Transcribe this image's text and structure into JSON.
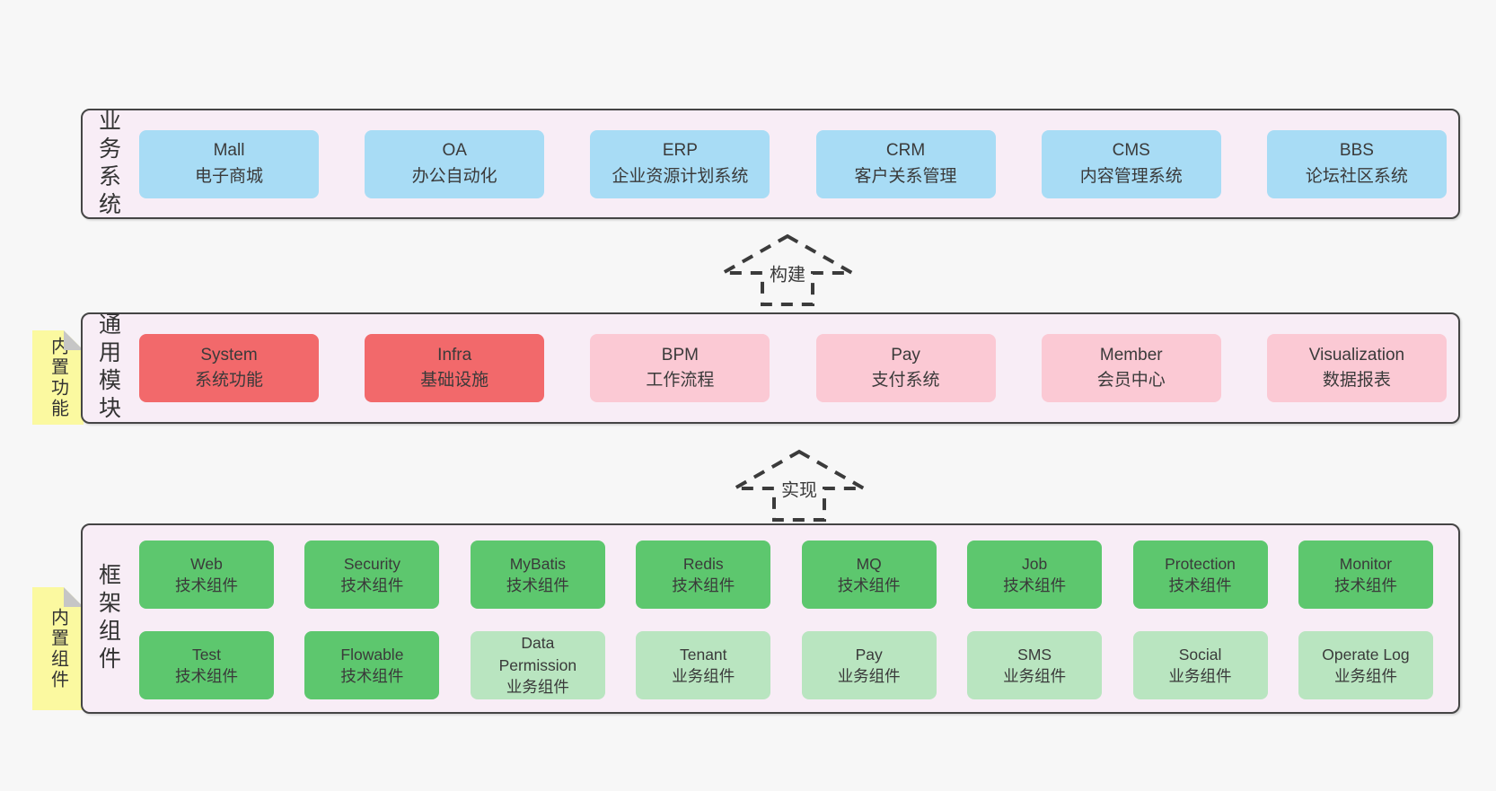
{
  "colors": {
    "page_bg": "#f7f7f7",
    "layer_bg": "#f8edf6",
    "layer_border": "#454545",
    "blue": "#a8dcf5",
    "red": "#f2696b",
    "pink": "#fbc9d4",
    "green": "#5dc76e",
    "lightgreen": "#b9e5c0",
    "sticky": "#fbf9a0",
    "sticky_fold": "#c6c6c6",
    "text": "#3b3b3b"
  },
  "layers": {
    "business": {
      "label": "业务系统",
      "boxes": [
        {
          "color": "blue",
          "lines": [
            "Mall",
            "电子商城"
          ]
        },
        {
          "color": "blue",
          "lines": [
            "OA",
            "办公自动化"
          ]
        },
        {
          "color": "blue",
          "lines": [
            "ERP",
            "企业资源计划系统"
          ]
        },
        {
          "color": "blue",
          "lines": [
            "CRM",
            "客户关系管理"
          ]
        },
        {
          "color": "blue",
          "lines": [
            "CMS",
            "内容管理系统"
          ]
        },
        {
          "color": "blue",
          "lines": [
            "BBS",
            "论坛社区系统"
          ]
        }
      ]
    },
    "modules": {
      "label": "通用模块",
      "sticky": "内置功能",
      "boxes": [
        {
          "color": "red",
          "lines": [
            "System",
            "系统功能"
          ]
        },
        {
          "color": "red",
          "lines": [
            "Infra",
            "基础设施"
          ]
        },
        {
          "color": "pink",
          "lines": [
            "BPM",
            "工作流程"
          ]
        },
        {
          "color": "pink",
          "lines": [
            "Pay",
            "支付系统"
          ]
        },
        {
          "color": "pink",
          "lines": [
            "Member",
            "会员中心"
          ]
        },
        {
          "color": "pink",
          "lines": [
            "Visualization",
            "数据报表"
          ]
        }
      ]
    },
    "components": {
      "label": "框架组件",
      "sticky": "内置组件",
      "rows": [
        [
          {
            "color": "green",
            "lines": [
              "Web",
              "技术组件"
            ]
          },
          {
            "color": "green",
            "lines": [
              "Security",
              "技术组件"
            ]
          },
          {
            "color": "green",
            "lines": [
              "MyBatis",
              "技术组件"
            ]
          },
          {
            "color": "green",
            "lines": [
              "Redis",
              "技术组件"
            ]
          },
          {
            "color": "green",
            "lines": [
              "MQ",
              "技术组件"
            ]
          },
          {
            "color": "green",
            "lines": [
              "Job",
              "技术组件"
            ]
          },
          {
            "color": "green",
            "lines": [
              "Protection",
              "技术组件"
            ]
          },
          {
            "color": "green",
            "lines": [
              "Monitor",
              "技术组件"
            ]
          }
        ],
        [
          {
            "color": "green",
            "lines": [
              "Test",
              "技术组件"
            ]
          },
          {
            "color": "green",
            "lines": [
              "Flowable",
              "技术组件"
            ]
          },
          {
            "color": "lightgreen",
            "lines": [
              "Data",
              "Permission",
              "业务组件"
            ]
          },
          {
            "color": "lightgreen",
            "lines": [
              "Tenant",
              "业务组件"
            ]
          },
          {
            "color": "lightgreen",
            "lines": [
              "Pay",
              "业务组件"
            ]
          },
          {
            "color": "lightgreen",
            "lines": [
              "SMS",
              "业务组件"
            ]
          },
          {
            "color": "lightgreen",
            "lines": [
              "Social",
              "业务组件"
            ]
          },
          {
            "color": "lightgreen",
            "lines": [
              "Operate Log",
              "业务组件"
            ]
          }
        ]
      ]
    }
  },
  "arrows": [
    {
      "label": "构建"
    },
    {
      "label": "实现"
    }
  ]
}
